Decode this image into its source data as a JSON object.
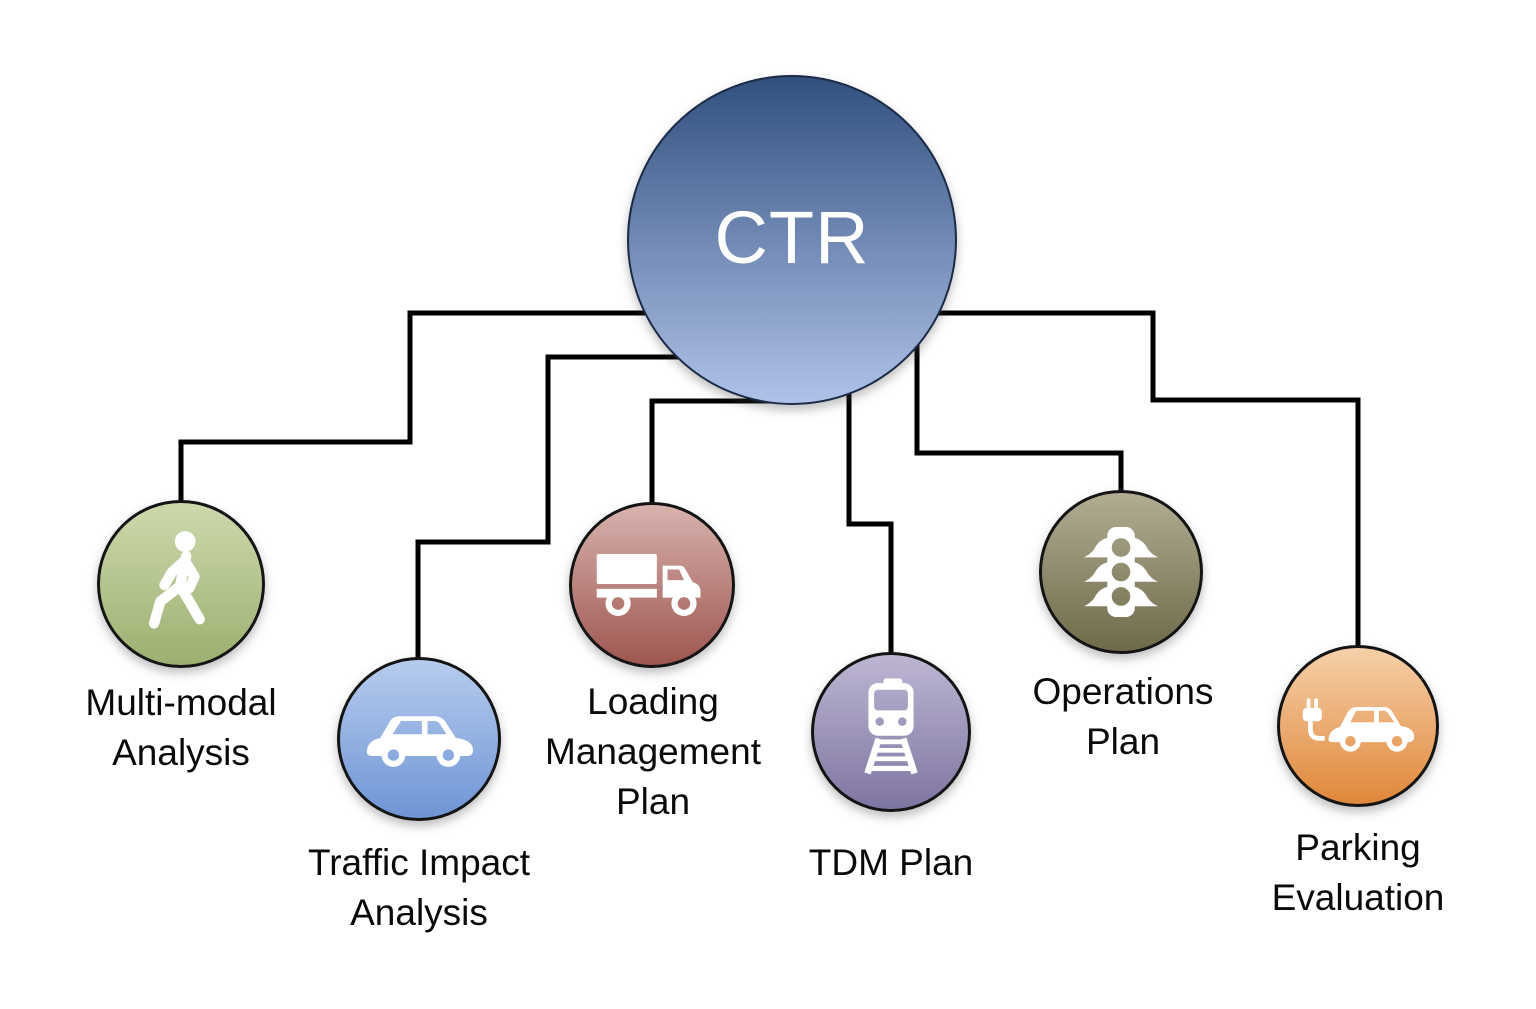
{
  "diagram": {
    "background": "#ffffff",
    "line_color": "#000000",
    "label_color": "#0a0a0a",
    "icon_color": "#ffffff",
    "root": {
      "id": "ctr",
      "label": "CTR",
      "text_color": "#ffffff",
      "gradient_top": "#31507e",
      "gradient_bottom": "#b0c2e9"
    },
    "nodes": [
      {
        "id": "multi-modal-analysis",
        "label": "Multi-modal\nAnalysis",
        "icon": "pedestrian-icon",
        "gradient_top": "#cdd9ac",
        "gradient_bottom": "#9cb070"
      },
      {
        "id": "traffic-impact-analysis",
        "label": "Traffic Impact\nAnalysis",
        "icon": "car-icon",
        "gradient_top": "#b7ccee",
        "gradient_bottom": "#6e95d5"
      },
      {
        "id": "loading-management-plan",
        "label": "Loading\nManagement\nPlan",
        "icon": "truck-icon",
        "gradient_top": "#d8b2ae",
        "gradient_bottom": "#9e5650"
      },
      {
        "id": "tdm-plan",
        "label": "TDM Plan",
        "icon": "train-icon",
        "gradient_top": "#bdb6d2",
        "gradient_bottom": "#7f75a2"
      },
      {
        "id": "operations-plan",
        "label": "Operations\nPlan",
        "icon": "traffic-light-icon",
        "gradient_top": "#b2ac92",
        "gradient_bottom": "#6f6a4a"
      },
      {
        "id": "parking-evaluation",
        "label": "Parking\nEvaluation",
        "icon": "ev-car-icon",
        "gradient_top": "#f6d0a9",
        "gradient_bottom": "#e0873a"
      }
    ]
  }
}
